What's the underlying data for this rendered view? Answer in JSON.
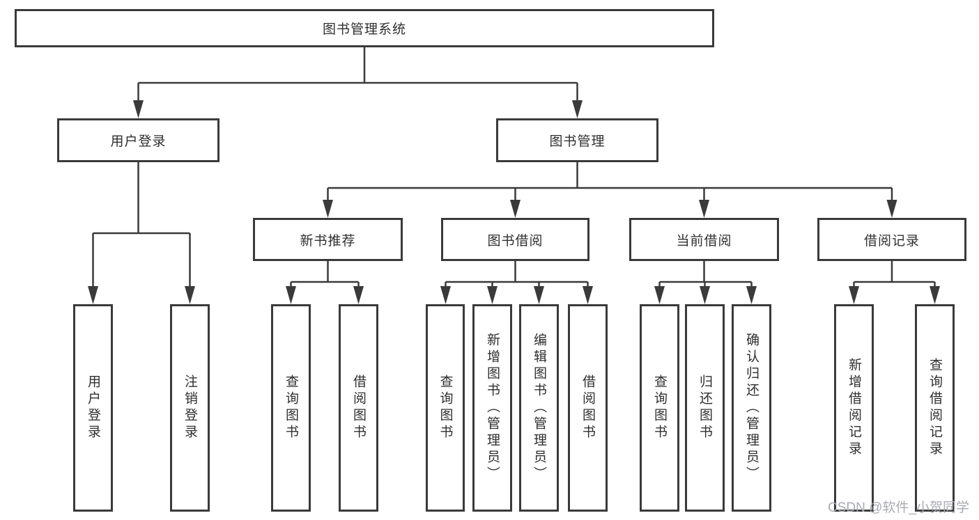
{
  "root": {
    "label": "图书管理系统"
  },
  "login_branch": {
    "label": "用户登录",
    "leaves": [
      "用户登录",
      "注销登录"
    ]
  },
  "management_branch": {
    "label": "图书管理",
    "sections": [
      {
        "label": "新书推荐",
        "leaves": [
          "查询图书",
          "借阅图书"
        ]
      },
      {
        "label": "图书借阅",
        "leaves": [
          "查询图书",
          "新增图书（管理员）",
          "编辑图书（管理员）",
          "借阅图书"
        ]
      },
      {
        "label": "当前借阅",
        "leaves": [
          "查询图书",
          "归还图书",
          "确认归还（管理员）"
        ]
      },
      {
        "label": "借阅记录",
        "leaves": [
          "新增借阅记录",
          "查询借阅记录"
        ]
      }
    ]
  },
  "watermark": {
    "text": "CSDN @软件_小贺同学"
  },
  "colors": {
    "line": "#3a3a3a",
    "text": "#2f2f2f",
    "node_fill": "#ffffff",
    "watermark": "#a9aab4",
    "background": "#ffffff"
  }
}
